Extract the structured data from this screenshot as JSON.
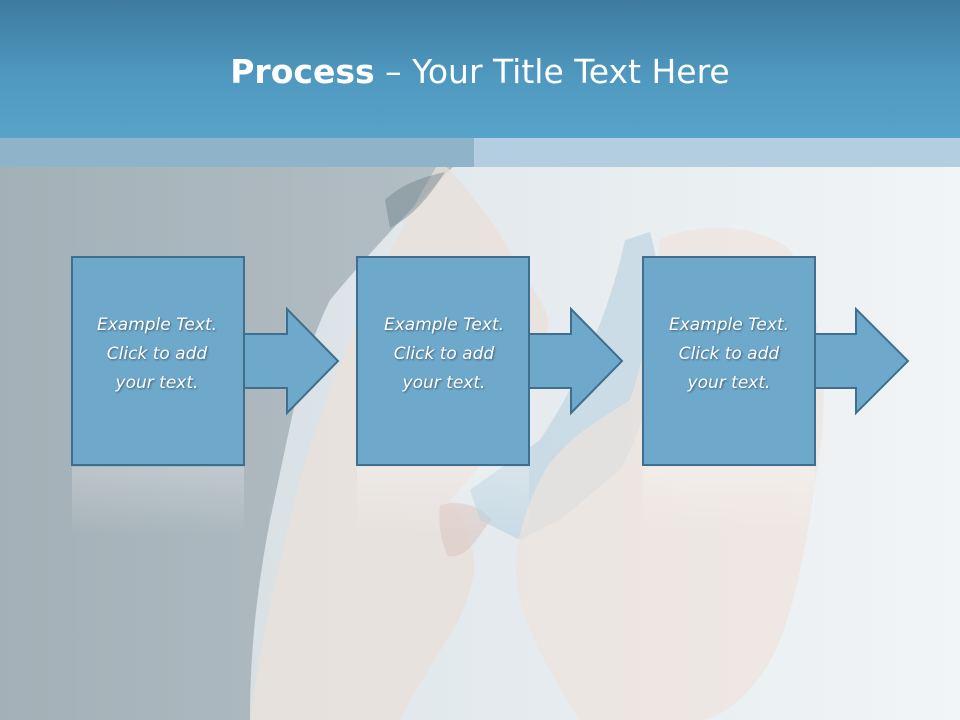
{
  "slide": {
    "title_bold": "Process",
    "title_rest": " – Your Title Text Here"
  },
  "steps": [
    {
      "line1": "Example Text.",
      "line2": "Click  to add",
      "line3": "your text."
    },
    {
      "line1": "Example Text.",
      "line2": "Click  to add",
      "line3": "your text."
    },
    {
      "line1": "Example Text.",
      "line2": "Click  to add",
      "line3": "your text."
    }
  ],
  "colors": {
    "title_bar": "#4f98bf",
    "box_fill": "#6ea9cc",
    "box_stroke": "#3f6f8c",
    "text": "#ffffff"
  },
  "background_image": "woman-using-inhaler-photo"
}
